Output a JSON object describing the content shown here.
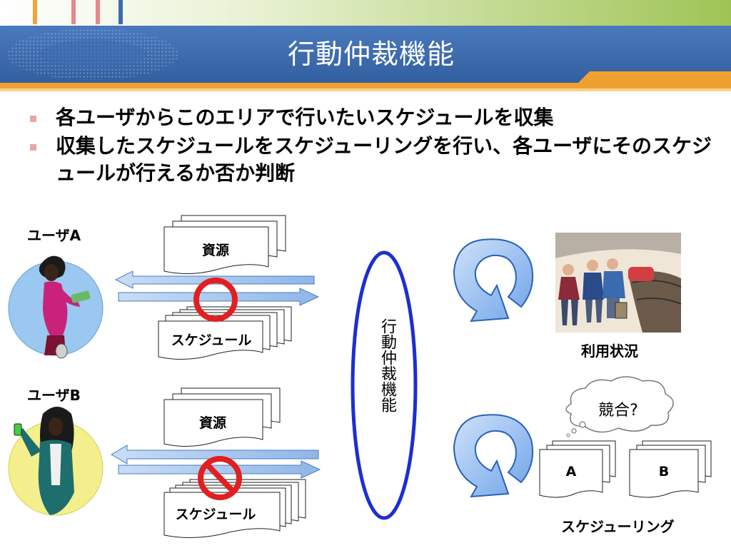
{
  "slide": {
    "title": "行動仲裁機能"
  },
  "bullets": [
    "各ユーザからこのエリアで行いたいスケジュールを収集",
    "収集したスケジュールをスケジューリングを行い、各ユーザにそのスケジュールが行えるか否か判断"
  ],
  "diagram": {
    "user_a": {
      "label": "ユーザA",
      "resource": "資源",
      "schedule": "スケジュール"
    },
    "user_b": {
      "label": "ユーザB",
      "resource": "資源",
      "schedule": "スケジュール"
    },
    "core_label": "行動仲裁機能",
    "usage_label": "利用状況",
    "conflict_label": "競合?",
    "schedule_a": "A",
    "schedule_b": "B",
    "scheduling_label": "スケジューリング"
  },
  "colors": {
    "header_blue": "#3d6bb0",
    "accent_orange": "#f0a030",
    "header_green": "#a6c85a",
    "arrow_fill": "#a9c9ef",
    "ring_ok": "#e02020",
    "ellipse_border": "#1c2fd0",
    "circle_a_bg": "#9ac8f0",
    "circle_b_bg": "#f3ef8c"
  },
  "icons": {
    "ok_symbol": "circle-ok-icon",
    "prohibited_symbol": "prohibited-icon",
    "cycle": "circular-arrow-icon",
    "thought": "thought-bubble-icon"
  }
}
